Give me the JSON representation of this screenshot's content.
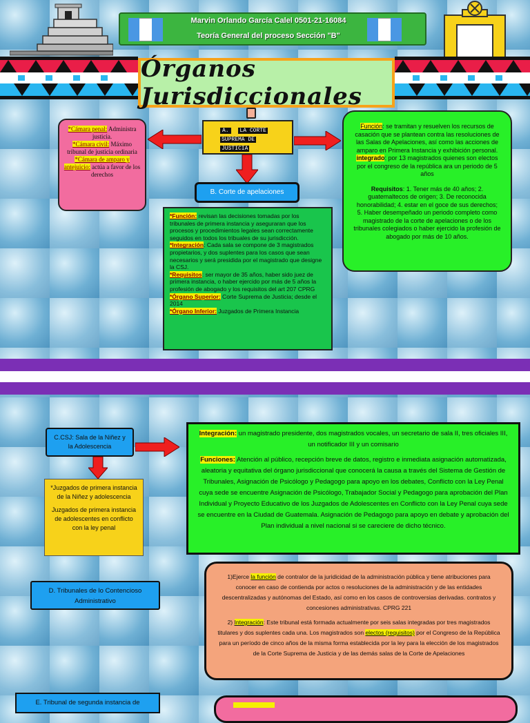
{
  "header": {
    "author_line": "Marvin Orlando García Calel 0501-21-16084",
    "course_line": "Teoría General del proceso Sección \"B\"",
    "title": "Órganos Jurisdiccionales"
  },
  "csj": {
    "label_a": "A.",
    "label_rest_1": "LA CORTE",
    "label_rest_2": "SUPREMA DE",
    "label_rest_3": "JUSTICIA"
  },
  "left_box": {
    "l1_key": "*Cámara penal:",
    "l1_val": "Administra justicia.",
    "l2_key": "*Cámara civil:",
    "l2_val": "Máximo tribunal de justicia ordinaria",
    "l3_key": "*Cámara de amparo y antejuicio:",
    "l3_val": "actúa a favor de los derechos"
  },
  "right_box": {
    "funcion_key": "Función",
    "funcion_val": ": se tramitan y resuelven los recursos de casación que se plantean contra las resoluciones de las Salas de Apelaciones, así como las acciones de amparo en Primera Instancia y exhibición personal.",
    "integrado_key": "integrado",
    "integrado_val": ": por 13 magistrados quienes son electos  por el congreso de la república ara un periodo de 5 años",
    "requisitos_key": "Requisitos",
    "requisitos_val": ": 1. Tener más de 40 años; 2. guatemaltecos de origen; 3. De reconocida honorabilidad; 4. estar en el goce de sus derechos; 5. Haber desempeñado  un periodo completo como magistrado de la corte de apelaciones o de los tribunales colegiados o haber ejercido la profesión de abogado por más de 10 años."
  },
  "apelaciones": {
    "label": "B. Corte de apelaciones",
    "funcion_key": "*Función:",
    "funcion_val": " revisan las decisiones tomadas por los tribunales de primera instancia y aseguraran que los procesos y procedimientos legales sean correctamente seguidos en todos los tribuales de su jurisdicción.",
    "integracion_key": "*Integración",
    "integracion_val": ": Cada sala se  compone de 3 magistrados propietarios, y dos suplentes para los casos que sean necesarios y será  presidida por el magistrado que designe  la CSJ.",
    "requisitos_key": "*Requisitos",
    "requisitos_val": ": ser mayor de 35 años, haber sido juez de primera instancia, o haber ejercido por más de 5 años la profesión de abogado y los requisitos del art 207 CPRG",
    "superior_key": "*Órgano Superior:",
    "superior_val": " Corte Suprema de Justicia; desde el 2014",
    "inferior_key": "*Órgano Inferior:",
    "inferior_val": " Juzgados de Primera Instancia"
  },
  "ninez": {
    "label": "C.CSJ: Sala de la Niñez y la Adolescencia",
    "juzgados_1": "*Juzgados de primera instancia de la Niñez y adolescencia",
    "juzgados_2": "Juzgados de primera instancia de adolescentes en conflicto con la ley penal",
    "integracion_key": "Integración:",
    "integracion_val": " un magistrado presidente, dos magistrados vocales, un secretario de sala II, tres oficiales III, un notificador III y un comisario",
    "funciones_key": "Funciones:",
    "funciones_val": " Atención al público, recepción breve de datos, registro e inmediata asignación automatizada, aleatoria y equitativa del órgano jurisdiccional que conocerá la causa a través del Sistema de Gestión de Tribunales, Asignación de Psicólogo y Pedagogo para apoyo en los debates, Conflicto con la Ley Penal cuya sede se encuentre Asignación de Psicólogo, Trabajador Social y Pedagogo para aprobación del Plan Individual y Proyecto Educativo de los Juzgados de Adolescentes en Conflicto con la Ley Penal cuya sede se encuentre en la Ciudad de Guatemala. Asignación de Pedagogo para apoyo en debate y aprobación del Plan individual a nivel nacional si se careciere de dicho técnico."
  },
  "contencioso": {
    "label": "D. Tribunales de lo Contencioso Administrativo",
    "p1_pre": "1)Ejerce ",
    "p1_key": "la función",
    "p1_val": " de contralor de la juridicidad de la administración pública y tiene atribuciones para conocer en caso de contienda por actos o resoluciones de la administración y de las entidades descentralizadas y autónomas del Estado, así como en los casos de controversias derivadas.  contratos y concesiones administrativas. CPRG 221",
    "p2_pre": "2) ",
    "p2_key": "Integración",
    "p2_val": ": Este tribunal está formada actualmente por seis salas integradas por tres magistrados titulares y dos suplentes cada una. Los magistrados son ",
    "p2_key2": "electos (requisitos)",
    "p2_val2": " por el Congreso de la República para un período de cinco años de la misma forma establecida por la ley para la elección de los magistrados de la Corte Suprema de Justicia y de las demás salas de la Corte de Apelaciones"
  },
  "segunda": {
    "label": "E. Tribunal de segunda instancia de"
  }
}
